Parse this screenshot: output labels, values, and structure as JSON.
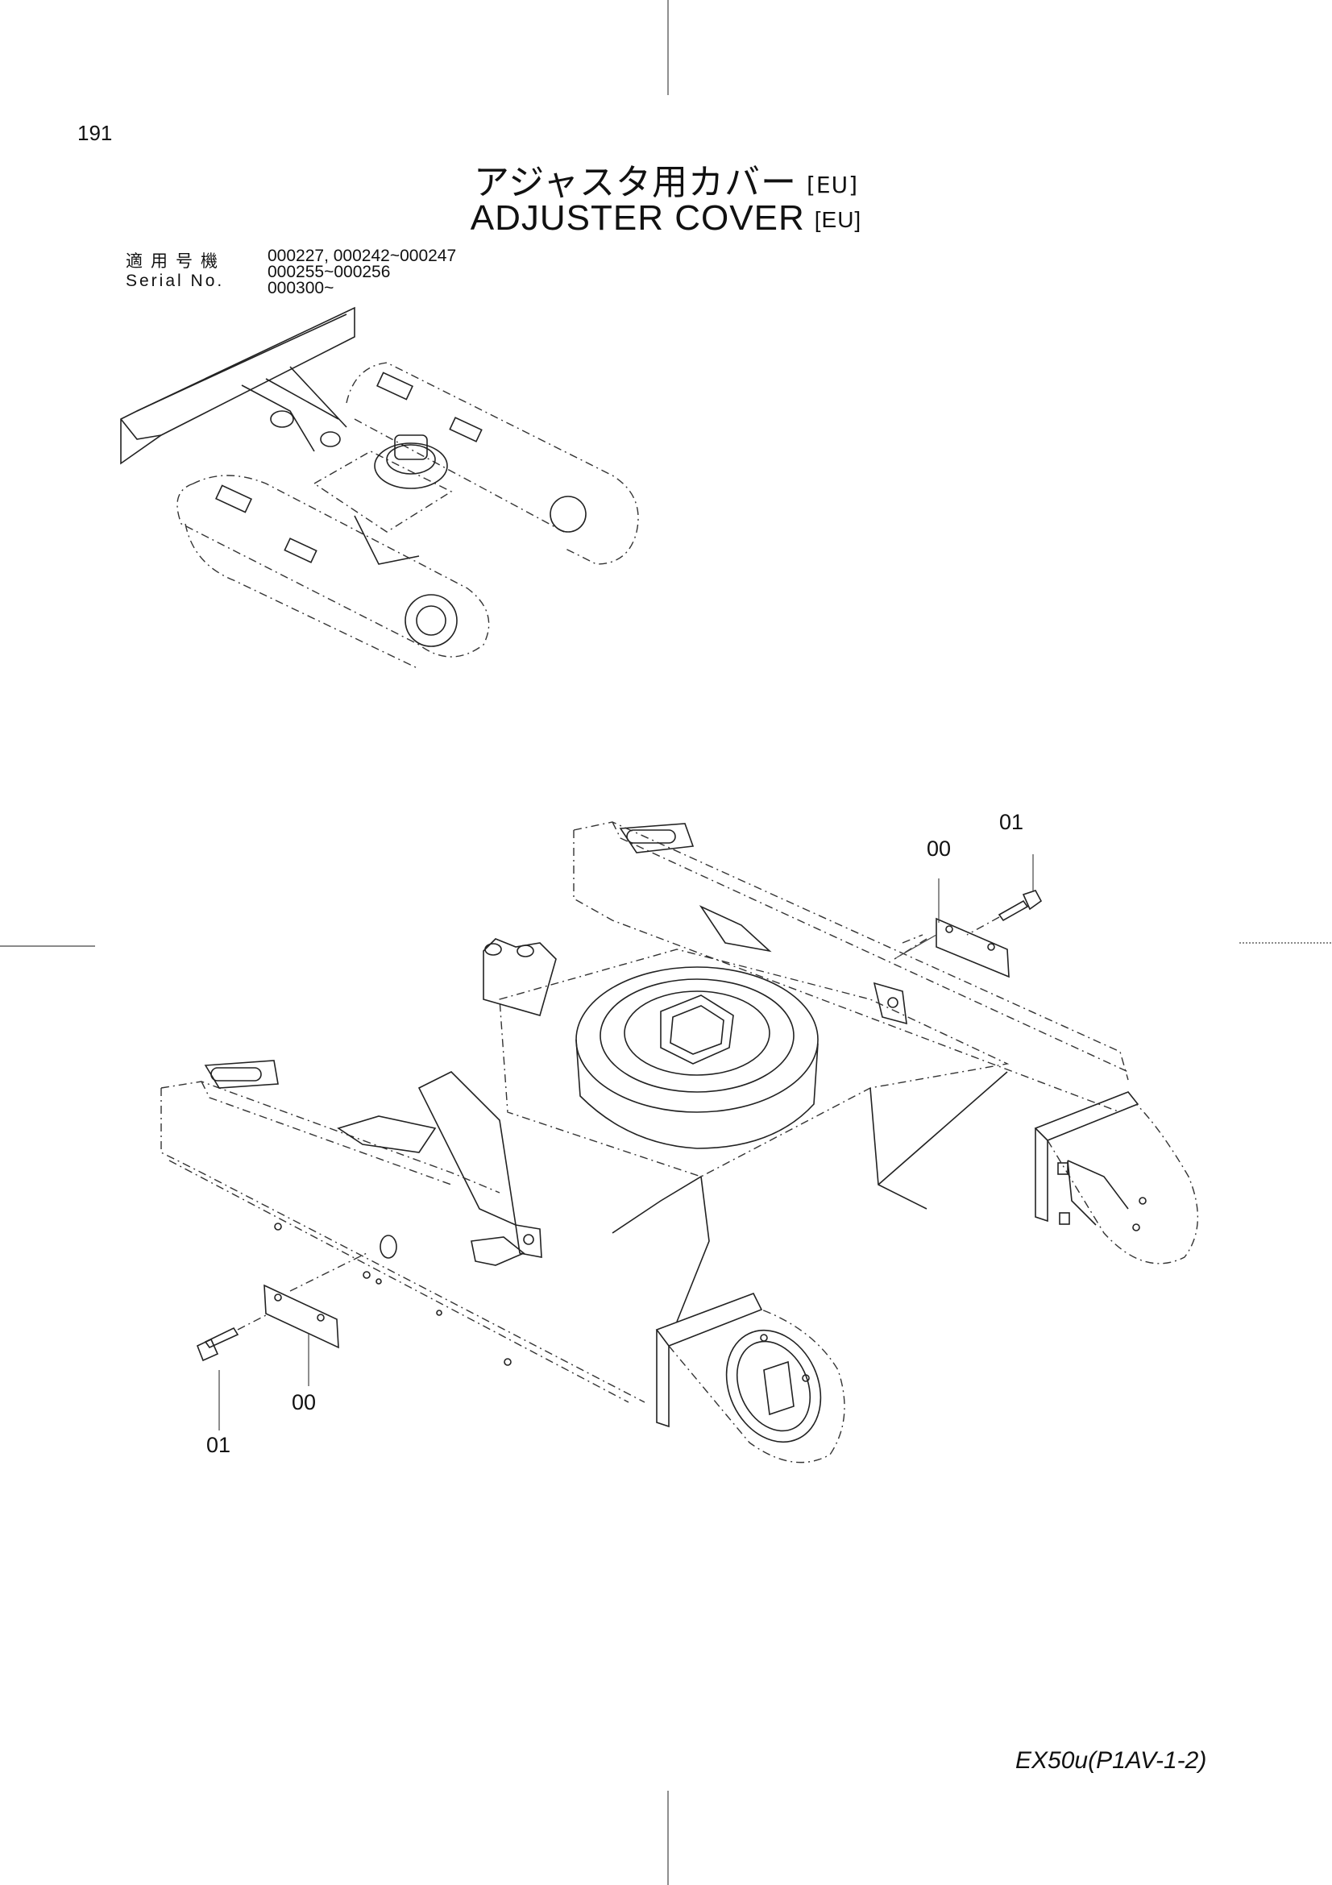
{
  "page_number": "191",
  "title_jp": "アジャスタ用カバー",
  "title_en": "ADJUSTER COVER",
  "region_tag": "[EU]",
  "serial": {
    "label_jp": "適用号機",
    "label_en": "Serial No.",
    "values": [
      "000227, 000242~000247",
      "000255~000256",
      "000300~"
    ]
  },
  "callouts": {
    "upper_cover": "00",
    "upper_bolt": "01",
    "lower_cover": "00",
    "lower_bolt": "01"
  },
  "footer_model": "EX50u(P1AV-1-2)"
}
